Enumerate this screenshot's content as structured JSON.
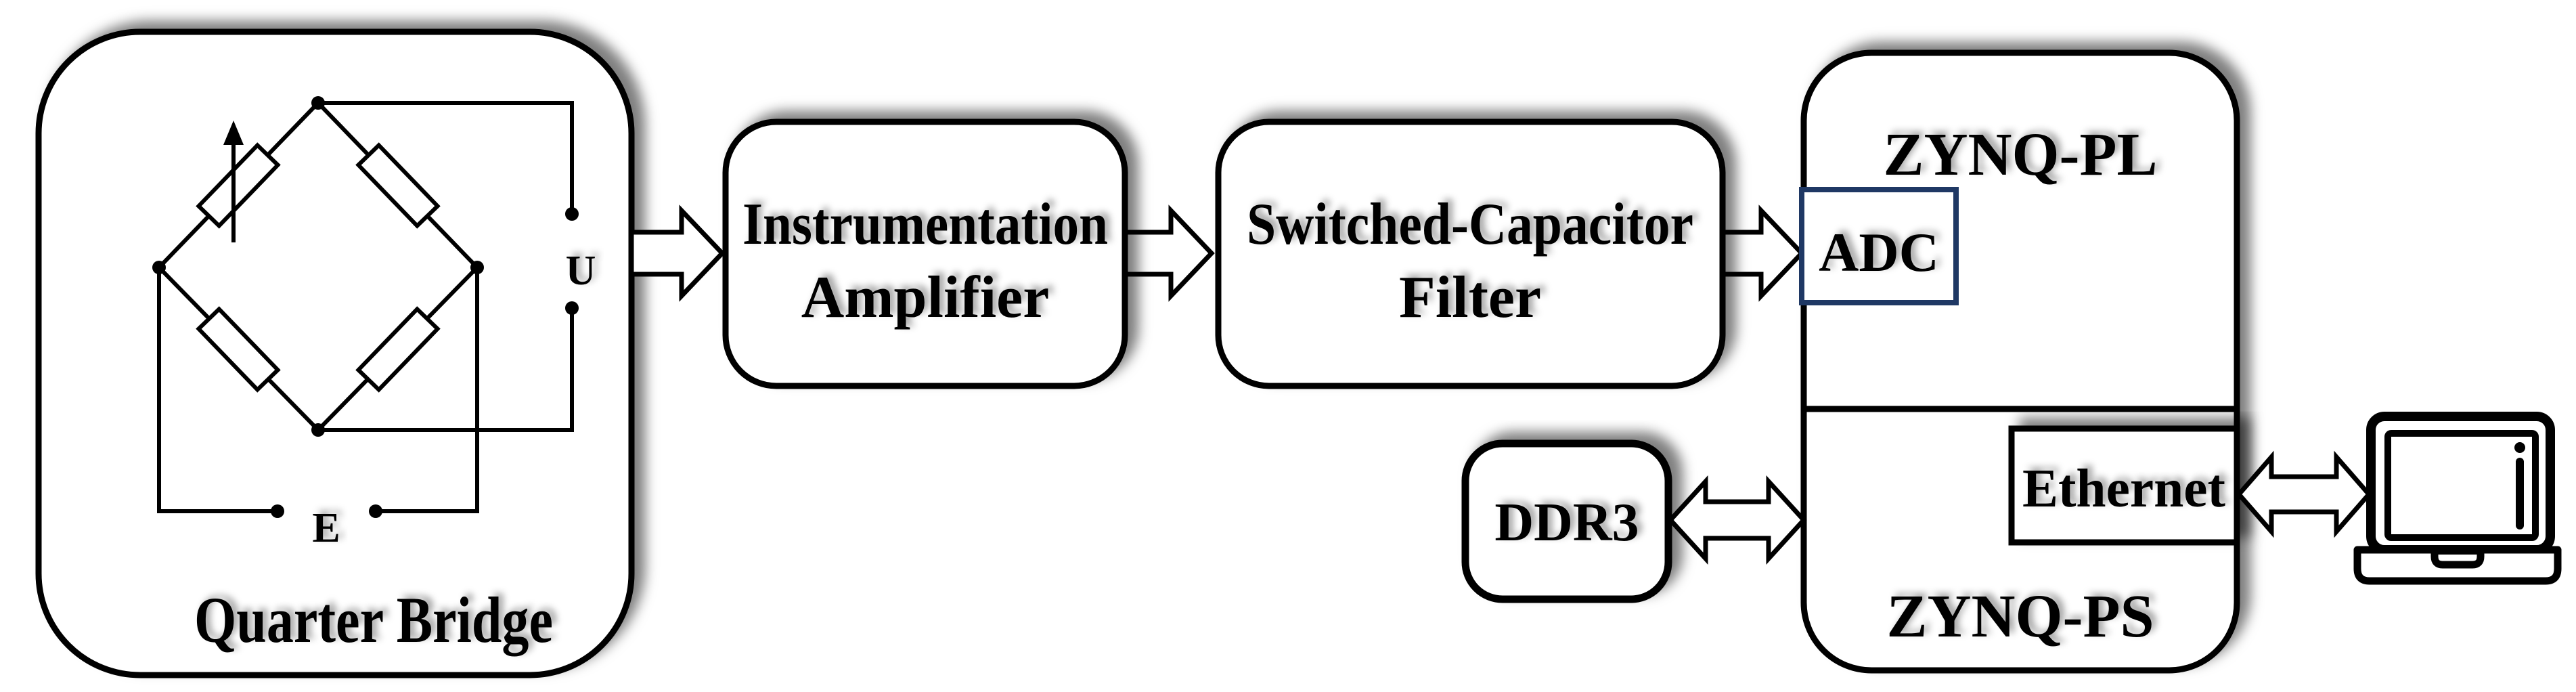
{
  "diagram": {
    "colors": {
      "background": "#ffffff",
      "line": "#000000",
      "adc_border": "#1f3864",
      "shadow": "#808080"
    },
    "quarter_bridge": {
      "title": "Quarter Bridge",
      "output_label": "U",
      "excitation_label": "E"
    },
    "amplifier": {
      "line1": "Instrumentation",
      "line2": "Amplifier"
    },
    "filter": {
      "line1": "Switched-Capacitor",
      "line2": "Filter"
    },
    "zynq": {
      "pl_label": "ZYNQ-PL",
      "ps_label": "ZYNQ-PS",
      "adc_label": "ADC",
      "ethernet_label": "Ethernet"
    },
    "memory": {
      "label": "DDR3"
    }
  }
}
